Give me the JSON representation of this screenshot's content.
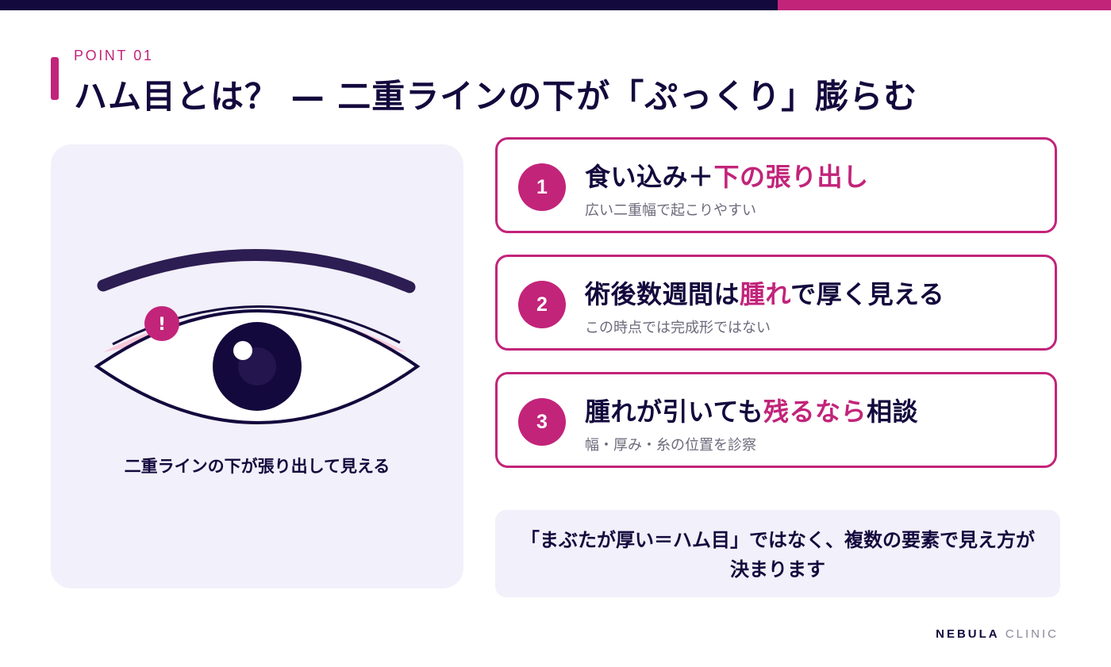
{
  "colors": {
    "navy": "#14093d",
    "accent": "#c2247a",
    "panel": "#f2f0fa",
    "lid": "#f7c8da",
    "muted": "#6e6a7c"
  },
  "header": {
    "eyebrow": "POINT 01",
    "title": "ハム目とは？ — 二重ラインの下が「ぷっくり」膨らむ"
  },
  "illustration": {
    "alert_mark": "!",
    "caption": "二重ラインの下が張り出して見える",
    "icons": [
      "eyebrow-icon",
      "eye-icon",
      "alert-icon"
    ]
  },
  "cards": [
    {
      "number": "1",
      "title_pre": "食い込み＋",
      "title_hl": "下の張り出し",
      "title_post": "",
      "sub": "広い二重幅で起こりやすい"
    },
    {
      "number": "2",
      "title_pre": "術後数週間は",
      "title_hl": "腫れ",
      "title_post": "で厚く見える",
      "sub": "この時点では完成形ではない"
    },
    {
      "number": "3",
      "title_pre": "腫れが引いても",
      "title_hl": "残るなら",
      "title_post": "相談",
      "sub": "幅・厚み・糸の位置を診察"
    }
  ],
  "note": {
    "text": "「まぶたが厚い＝ハム目」ではなく、複数の要素で見え方が決まります"
  },
  "footer": {
    "brand_primary": "NEBULA",
    "brand_secondary": "CLINIC"
  }
}
